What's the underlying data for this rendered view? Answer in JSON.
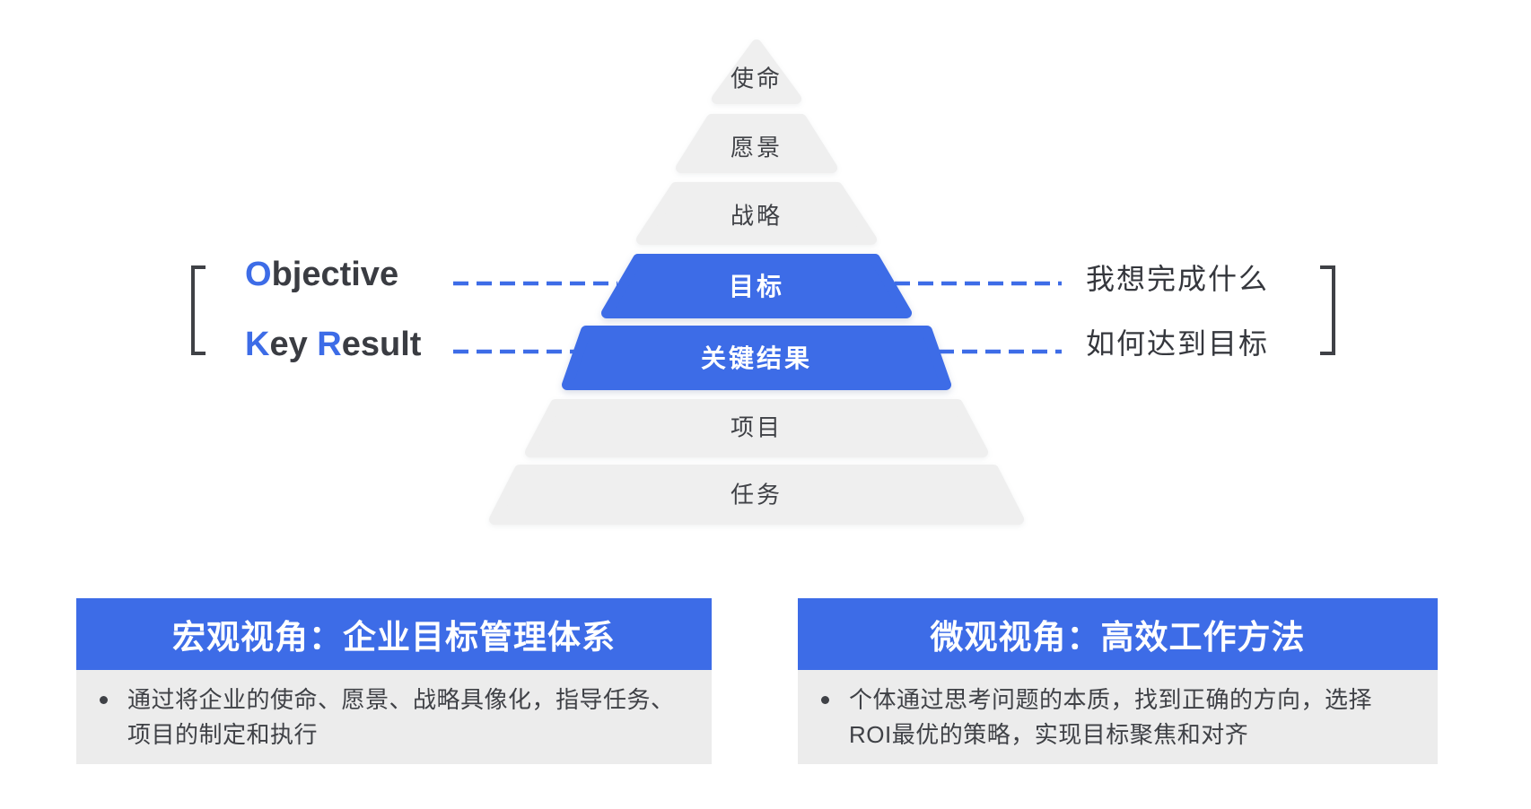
{
  "colors": {
    "accent": "#3d6ce7",
    "pyramid_gray": "#efefef",
    "text_dark": "#3f4146",
    "card_body_bg": "#ececec",
    "blue_level_text": "#ffffff"
  },
  "pyramid": {
    "levels": [
      {
        "label": "使命",
        "type": "gray"
      },
      {
        "label": "愿景",
        "type": "gray"
      },
      {
        "label": "战略",
        "type": "gray"
      },
      {
        "label": "目标",
        "type": "blue"
      },
      {
        "label": "关键结果",
        "type": "blue"
      },
      {
        "label": "项目",
        "type": "gray"
      },
      {
        "label": "任务",
        "type": "gray"
      }
    ]
  },
  "okr": {
    "objective": {
      "initial": "O",
      "rest": "bjective"
    },
    "key_result": {
      "key_initial": "K",
      "key_rest": "ey ",
      "result_initial": "R",
      "result_rest": "esult"
    }
  },
  "hints": {
    "objective": "我想完成什么",
    "key_result": "如何达到目标"
  },
  "cards": [
    {
      "title": "宏观视角：企业目标管理体系",
      "bullet_lines": [
        "通过将企业的使命、愿景、战略具像化，指导任务、",
        "项目的制定和执行"
      ]
    },
    {
      "title": "微观视角：高效工作方法",
      "bullet_lines": [
        "个体通过思考问题的本质，找到正确的方向，选择",
        "ROI最优的策略，实现目标聚焦和对齐"
      ]
    }
  ]
}
